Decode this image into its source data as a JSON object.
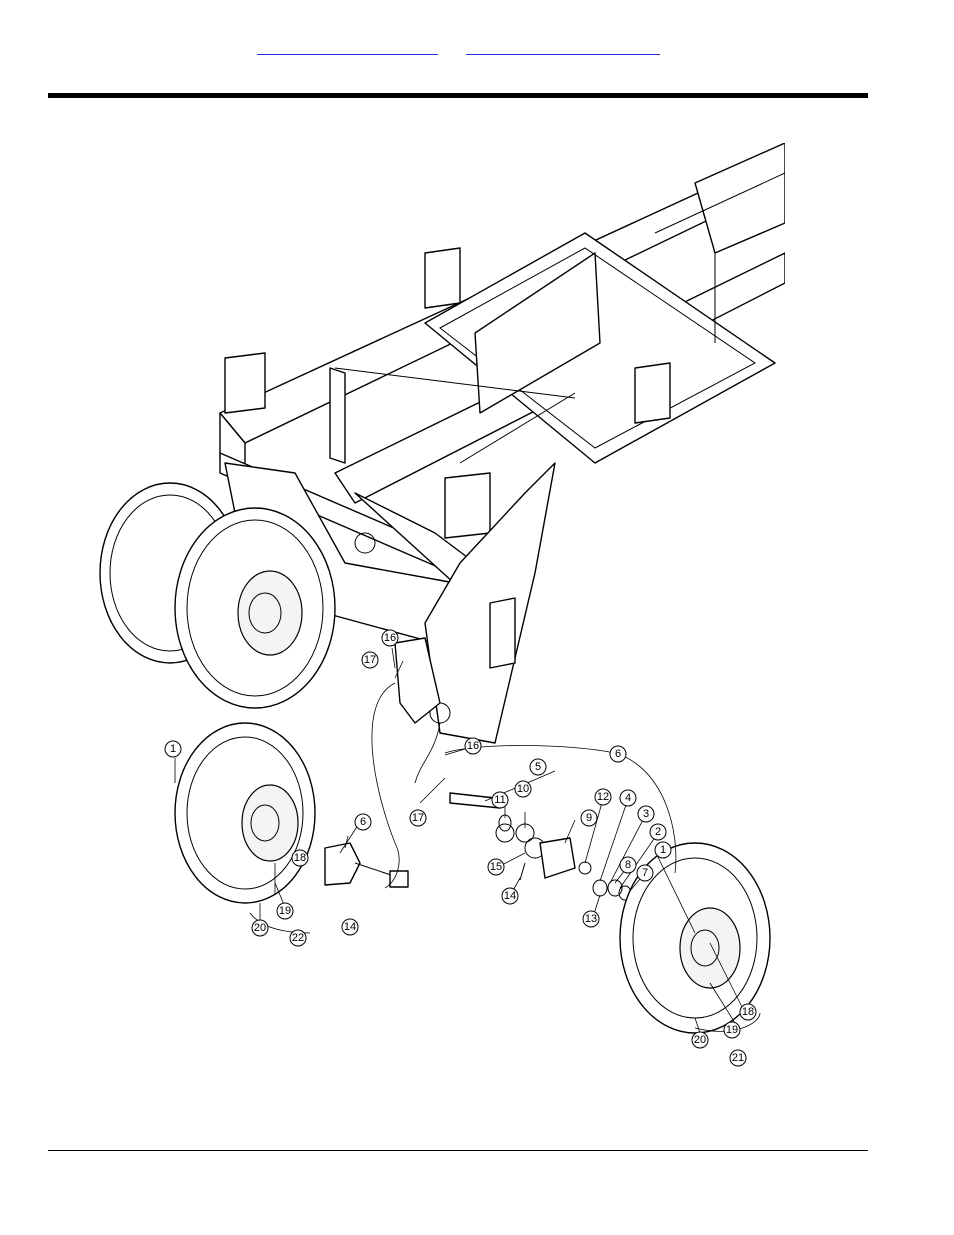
{
  "header": {
    "links": [
      {
        "label": ""
      },
      {
        "label": ""
      }
    ]
  },
  "figure": {
    "callouts": [
      {
        "label": "1"
      },
      {
        "label": "16"
      },
      {
        "label": "17"
      },
      {
        "label": "6"
      },
      {
        "label": "18"
      },
      {
        "label": "19"
      },
      {
        "label": "20"
      },
      {
        "label": "22"
      },
      {
        "label": "14"
      },
      {
        "label": "16"
      },
      {
        "label": "5"
      },
      {
        "label": "17"
      },
      {
        "label": "11"
      },
      {
        "label": "10"
      },
      {
        "label": "15"
      },
      {
        "label": "14"
      },
      {
        "label": "9"
      },
      {
        "label": "6"
      },
      {
        "label": "12"
      },
      {
        "label": "4"
      },
      {
        "label": "3"
      },
      {
        "label": "2"
      },
      {
        "label": "1"
      },
      {
        "label": "8"
      },
      {
        "label": "7"
      },
      {
        "label": "13"
      },
      {
        "label": "18"
      },
      {
        "label": "19"
      },
      {
        "label": "20"
      },
      {
        "label": "21"
      }
    ]
  }
}
